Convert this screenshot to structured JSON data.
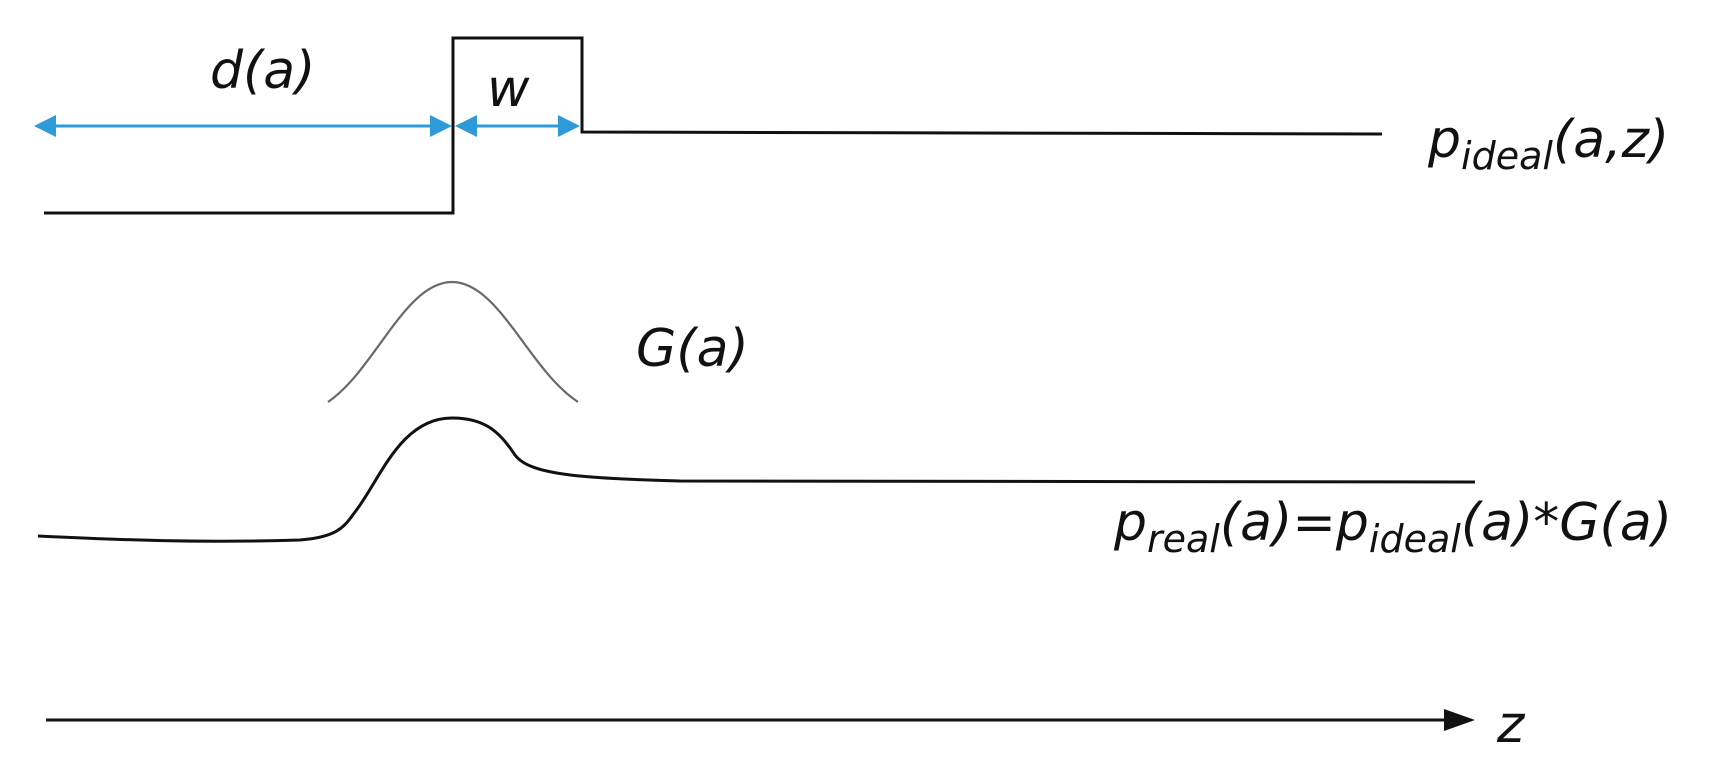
{
  "labels": {
    "d_a": "d(a)",
    "w": "w",
    "g_a": "G(a)",
    "z_axis": "z",
    "p_ideal": {
      "base": "p",
      "sub": "ideal",
      "rest": "(a,z)"
    },
    "p_real": {
      "p1": "p",
      "sub1": "real",
      "mid": "(a)=p",
      "sub2": "ideal",
      "end": "(a)*G(a)"
    }
  },
  "colors": {
    "line": "#111111",
    "gaussian": "#6a6a6a",
    "dimension_arrow": "#2e9ad8"
  }
}
